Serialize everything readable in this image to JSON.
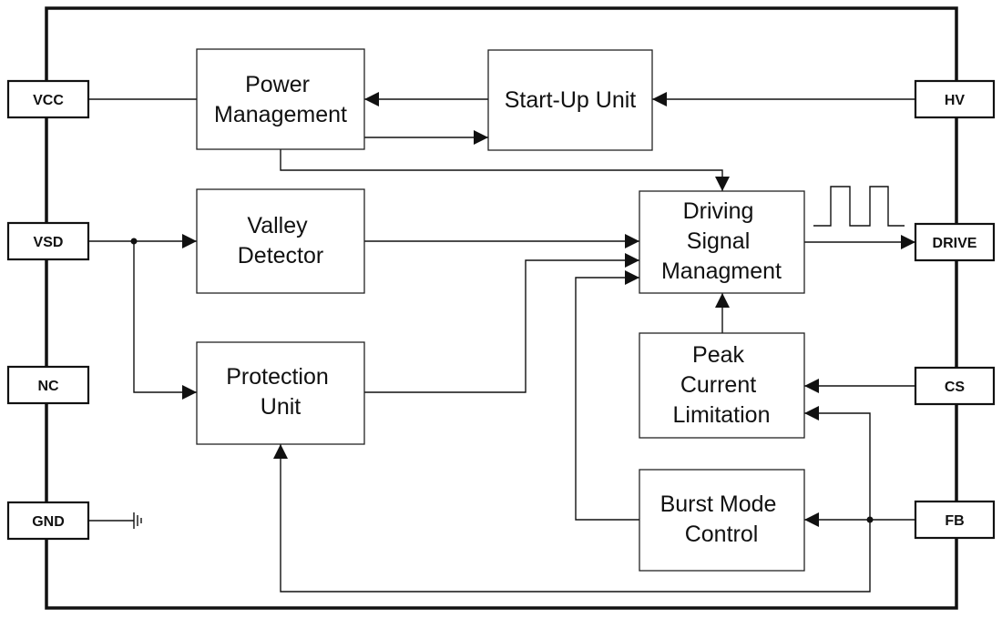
{
  "blocks": {
    "power_management": [
      "Power",
      "Management"
    ],
    "startup_unit": [
      "Start-Up Unit"
    ],
    "valley_detector": [
      "Valley",
      "Detector"
    ],
    "driving_signal": [
      "Driving",
      "Signal",
      "Managment"
    ],
    "protection_unit": [
      "Protection",
      "Unit"
    ],
    "peak_current": [
      "Peak",
      "Current",
      "Limitation"
    ],
    "burst_mode": [
      "Burst Mode",
      "Control"
    ]
  },
  "pins": {
    "vcc": "VCC",
    "vsd": "VSD",
    "nc": "NC",
    "gnd": "GND",
    "hv": "HV",
    "drive": "DRIVE",
    "cs": "CS",
    "fb": "FB"
  },
  "colors": {
    "line": "#111111",
    "background": "#ffffff"
  },
  "icons": [
    "ground-icon",
    "pulse-waveform-icon",
    "arrowhead-icon"
  ]
}
